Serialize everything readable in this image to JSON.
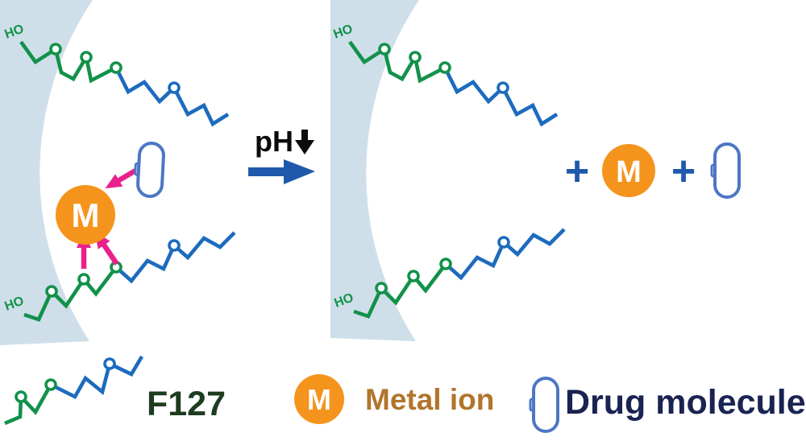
{
  "labels": {
    "ho": "HO",
    "ph": "pH",
    "metal_symbol": "M",
    "plus": "+"
  },
  "legend": {
    "f127": "F127",
    "metal_ion": "Metal ion",
    "drug_molecule": "Drug molecule"
  },
  "colors": {
    "membrane": "#cfdfea",
    "green": "#12914a",
    "blue": "#1c6bbe",
    "orange": "#f5941d",
    "pink": "#e8218c",
    "arrow_blue": "#2059ac",
    "capsule_blue": "#5b84c9",
    "capsule_outline": "#4c77c4",
    "metal_text": "#b1752c",
    "drug_text": "#1a2351",
    "f127_text": "#1d3c20",
    "ph_text": "#0b0b0b"
  }
}
